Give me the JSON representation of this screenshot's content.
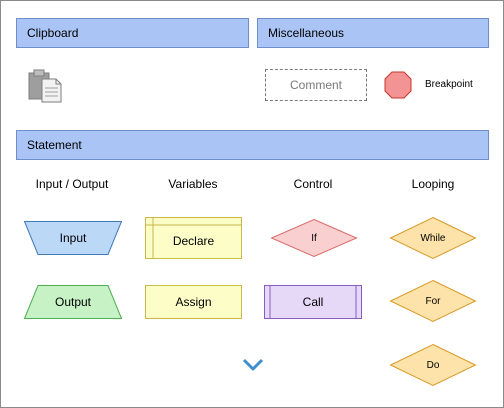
{
  "sections": {
    "clipboard": "Clipboard",
    "miscellaneous": "Miscellaneous",
    "statement": "Statement"
  },
  "misc": {
    "comment": "Comment",
    "breakpoint": "Breakpoint"
  },
  "columns": {
    "input_output": "Input / Output",
    "variables": "Variables",
    "control": "Control",
    "looping": "Looping"
  },
  "shapes": {
    "input": "Input",
    "output": "Output",
    "declare": "Declare",
    "assign": "Assign",
    "if": "If",
    "call": "Call",
    "while": "While",
    "for": "For",
    "do": "Do"
  },
  "colors": {
    "header_bg": "#a9c4f5",
    "input_fill": "#bcd8f7",
    "output_fill": "#c6f2c6",
    "variable_fill": "#fdfdc8",
    "if_fill": "#f9cfcf",
    "call_fill": "#e6d8f7",
    "loop_fill": "#fde3a9",
    "breakpoint_fill": "#f49393"
  },
  "icons": {
    "clipboard": "clipboard-icon",
    "expand": "chevron-down-icon"
  }
}
